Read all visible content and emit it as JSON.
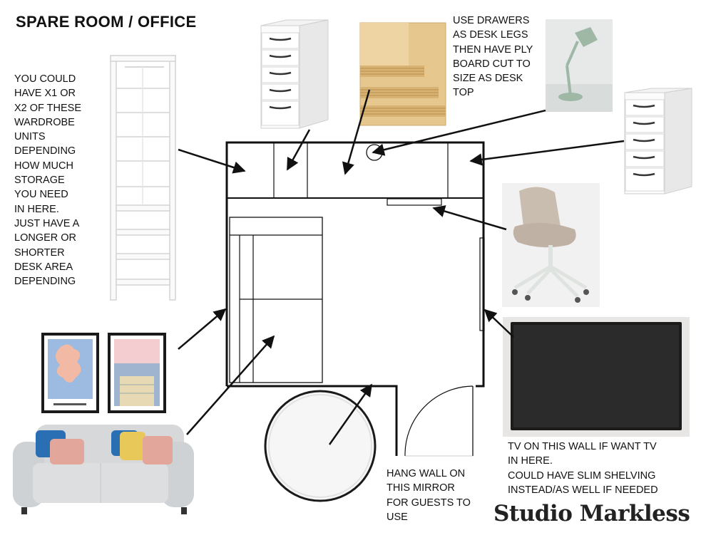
{
  "title": "SPARE ROOM / OFFICE",
  "notes": {
    "wardrobe": [
      "YOU COULD",
      "HAVE X1 OR",
      "X2 OF THESE",
      "WARDROBE",
      "UNITS",
      "DEPENDING",
      "HOW MUCH",
      "STORAGE",
      "YOU NEED",
      "IN HERE.",
      "JUST HAVE A",
      "LONGER OR",
      "SHORTER",
      "DESK AREA",
      "DEPENDING"
    ],
    "drawers": [
      "USE DRAWERS",
      "AS DESK LEGS",
      "THEN HAVE PLY",
      "BOARD CUT TO",
      "SIZE AS DESK",
      "TOP"
    ],
    "mirror": [
      "HANG WALL ON",
      "THIS MIRROR",
      "FOR GUESTS TO",
      "USE"
    ],
    "tv": [
      "TV ON THIS WALL IF WANT TV",
      "IN HERE.",
      "COULD HAVE SLIM SHELVING",
      "INSTEAD/AS WELL IF NEEDED"
    ]
  },
  "brand": "Studio Markless",
  "colors": {
    "ink": "#111111",
    "plywood": "#d9b77e",
    "lamp_green": "#9fb8a6",
    "chair_fabric": "#c9bdb0",
    "tv_screen": "#262626",
    "sofa": "#d6d8da",
    "cushion_pink": "#e2a79a",
    "cushion_blue": "#2a6fb4",
    "cushion_yellow": "#e9c85a",
    "print_blue": "#9dbbe0",
    "print_coral": "#f2b9a5"
  }
}
